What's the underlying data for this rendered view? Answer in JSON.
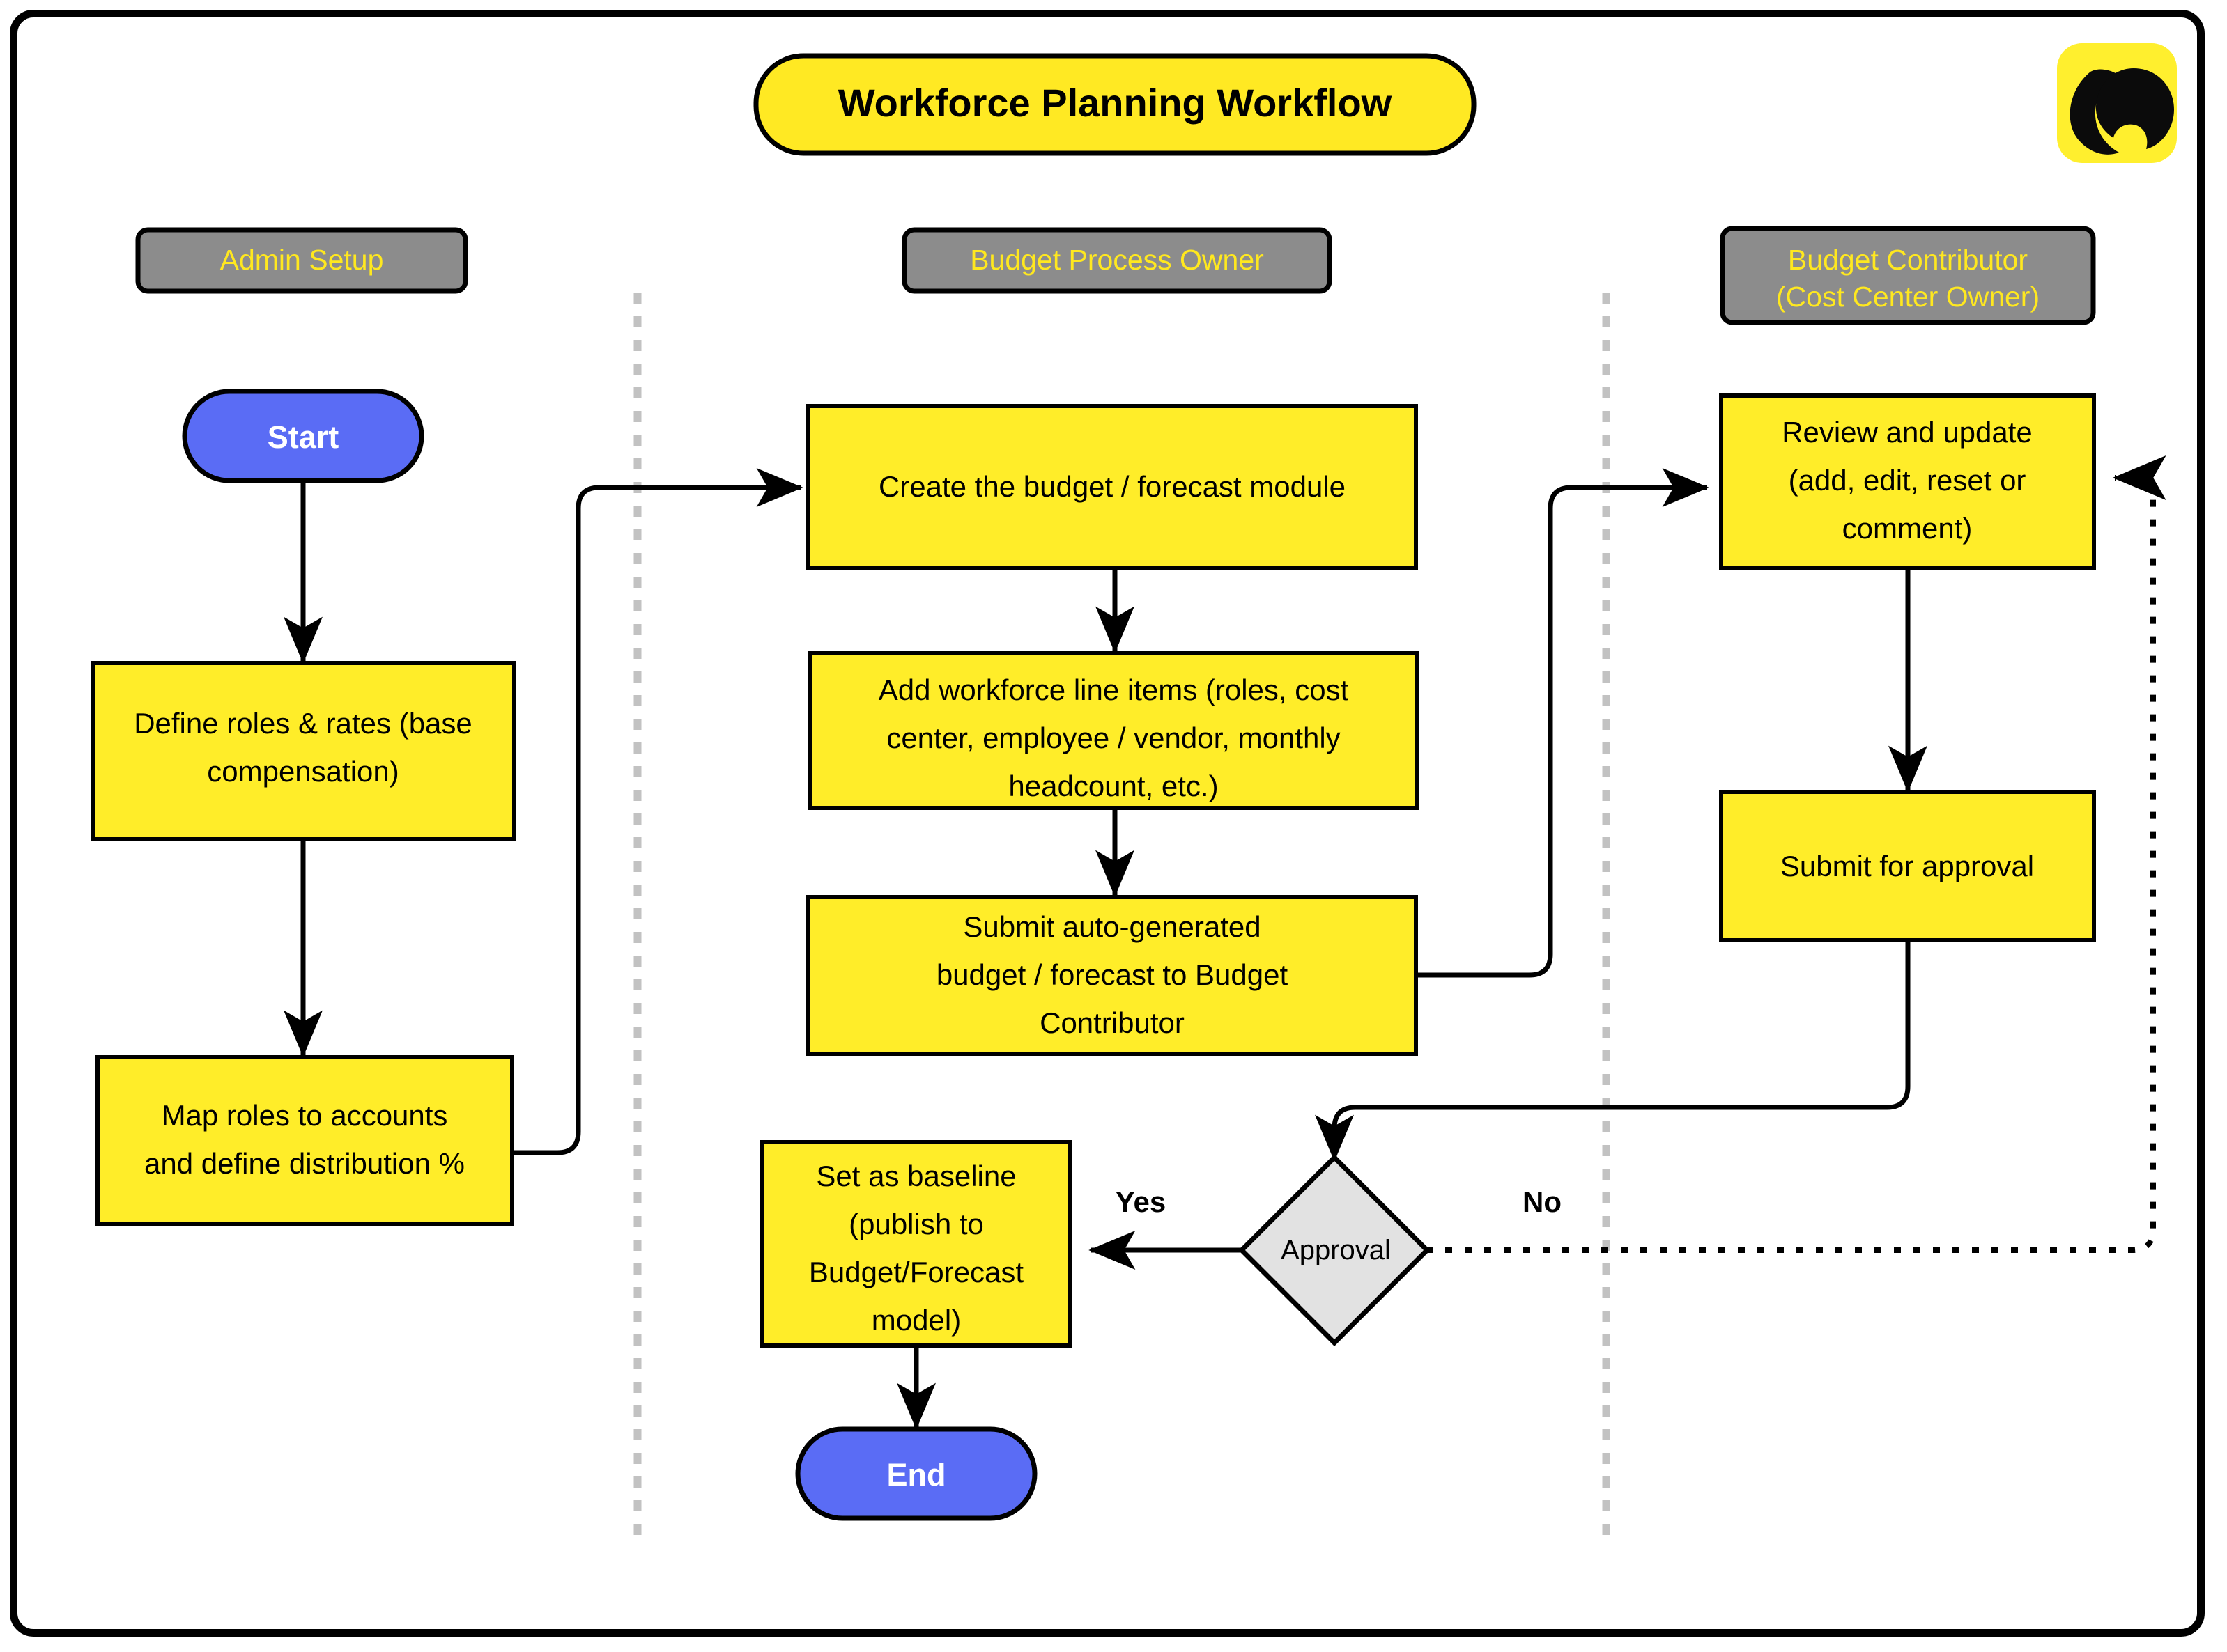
{
  "title": "Workforce Planning Workflow",
  "logo": {
    "name": "company-logo",
    "bg": "#ffef2e",
    "mark": "#0b0b0b"
  },
  "colors": {
    "process_fill": "#ffed29",
    "terminator_fill": "#5a6cf5",
    "decision_fill": "#e2e2e2",
    "lane_header_fill": "#8c8c8c",
    "lane_header_text": "#ffe81f",
    "title_fill": "#ffe923",
    "stroke": "#000000",
    "lane_divider": "#c2c2c2"
  },
  "lanes": [
    {
      "id": "admin",
      "label": "Admin Setup",
      "lines": [
        "Admin Setup"
      ]
    },
    {
      "id": "owner",
      "label": "Budget Process Owner",
      "lines": [
        "Budget Process Owner"
      ]
    },
    {
      "id": "contributor",
      "label": "Budget Contributor (Cost Center Owner)",
      "lines": [
        "Budget Contributor",
        "(Cost Center Owner)"
      ]
    }
  ],
  "nodes": [
    {
      "id": "start",
      "lane": "admin",
      "type": "terminator",
      "label": "Start",
      "lines": [
        "Start"
      ]
    },
    {
      "id": "define",
      "lane": "admin",
      "type": "process",
      "label": "Define roles & rates (base compensation)",
      "lines": [
        "Define roles & rates (base",
        "compensation)"
      ]
    },
    {
      "id": "map",
      "lane": "admin",
      "type": "process",
      "label": "Map roles to accounts and define distribution %",
      "lines": [
        "Map roles to accounts",
        "and define distribution %"
      ]
    },
    {
      "id": "create",
      "lane": "owner",
      "type": "process",
      "label": "Create the budget / forecast module",
      "lines": [
        "Create the budget / forecast module"
      ]
    },
    {
      "id": "additems",
      "lane": "owner",
      "type": "process",
      "label": "Add workforce line items (roles, cost center, employee / vendor, monthly headcount, etc.)",
      "lines": [
        "Add workforce line items (roles, cost",
        "center, employee / vendor, monthly",
        "headcount, etc.)"
      ]
    },
    {
      "id": "submitauto",
      "lane": "owner",
      "type": "process",
      "label": "Submit auto-generated budget / forecast to Budget Contributor",
      "lines": [
        "Submit auto-generated",
        "budget / forecast to Budget",
        "Contributor"
      ]
    },
    {
      "id": "baseline",
      "lane": "owner",
      "type": "process",
      "label": "Set as baseline (publish to Budget/Forecast model)",
      "lines": [
        "Set as baseline",
        "(publish to",
        "Budget/Forecast",
        "model)"
      ]
    },
    {
      "id": "end",
      "lane": "owner",
      "type": "terminator",
      "label": "End",
      "lines": [
        "End"
      ]
    },
    {
      "id": "approval",
      "lane": "owner",
      "type": "decision",
      "label": "Approval",
      "lines": [
        "Approval"
      ]
    },
    {
      "id": "review",
      "lane": "contributor",
      "type": "process",
      "label": "Review and update (add, edit, reset or comment)",
      "lines": [
        "Review and update",
        "(add, edit, reset or",
        "comment)"
      ]
    },
    {
      "id": "submitappr",
      "lane": "contributor",
      "type": "process",
      "label": "Submit for approval",
      "lines": [
        "Submit for approval"
      ]
    }
  ],
  "edges": [
    {
      "from": "start",
      "to": "define",
      "label": "",
      "style": "solid"
    },
    {
      "from": "define",
      "to": "map",
      "label": "",
      "style": "solid"
    },
    {
      "from": "map",
      "to": "create",
      "label": "",
      "style": "solid"
    },
    {
      "from": "create",
      "to": "additems",
      "label": "",
      "style": "solid"
    },
    {
      "from": "additems",
      "to": "submitauto",
      "label": "",
      "style": "solid"
    },
    {
      "from": "submitauto",
      "to": "review",
      "label": "",
      "style": "solid"
    },
    {
      "from": "review",
      "to": "submitappr",
      "label": "",
      "style": "solid"
    },
    {
      "from": "submitappr",
      "to": "approval",
      "label": "",
      "style": "solid"
    },
    {
      "from": "approval",
      "to": "baseline",
      "label": "Yes",
      "style": "solid"
    },
    {
      "from": "approval",
      "to": "review",
      "label": "No",
      "style": "dotted"
    },
    {
      "from": "baseline",
      "to": "end",
      "label": "",
      "style": "solid"
    }
  ],
  "edge_labels": {
    "yes": "Yes",
    "no": "No"
  }
}
